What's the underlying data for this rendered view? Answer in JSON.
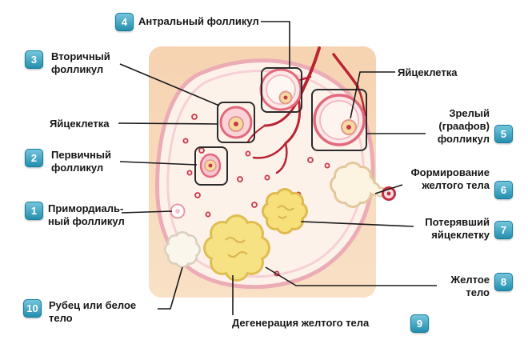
{
  "theme": {
    "badge_color": "#2aa6ca",
    "line_color": "#1a1a1a",
    "panel_color": "#f7d8ba"
  },
  "callouts": [
    {
      "num": "4",
      "label": "Антральный  фолликул"
    },
    {
      "num": "3",
      "label": "Вторичный\nфолликул"
    },
    {
      "label": "Яйцеклетка"
    },
    {
      "num": "2",
      "label": "Первичный\nфолликул"
    },
    {
      "num": "1",
      "label": "Примордиаль-\nный фолликул"
    },
    {
      "num": "10",
      "label": "Рубец или белое\nтело"
    },
    {
      "num": "9",
      "label": "Дегенерация желтого тела"
    },
    {
      "label": "Яйцеклетка"
    },
    {
      "num": "5",
      "label": "Зрелый\n(граафов)\nфолликул"
    },
    {
      "num": "6",
      "label": "Формирование\nжелтого тела"
    },
    {
      "num": "7",
      "label": "Потерявший\nяйцеклетку"
    },
    {
      "num": "8",
      "label": "Желтое\nтело"
    }
  ]
}
